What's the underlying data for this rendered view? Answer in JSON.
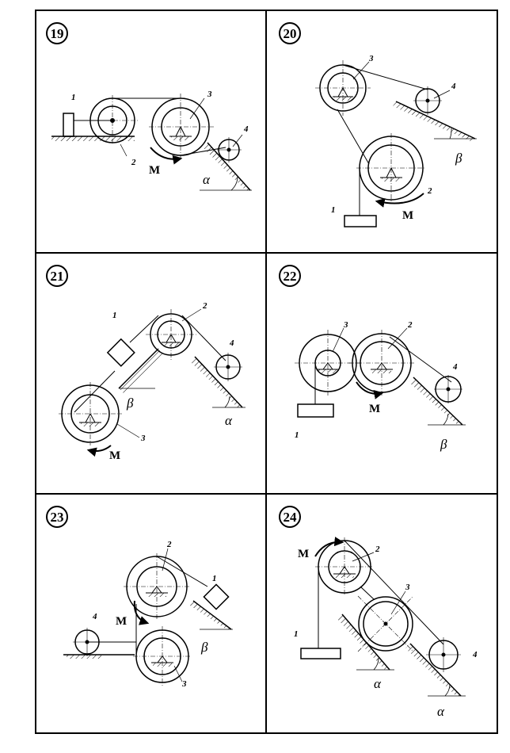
{
  "problems": [
    {
      "number": "19",
      "labels": {
        "l1": "1",
        "l2": "2",
        "l3": "3",
        "l4": "4"
      },
      "moment": "M",
      "angle": "α"
    },
    {
      "number": "20",
      "labels": {
        "l1": "1",
        "l2": "2",
        "l3": "3",
        "l4": "4"
      },
      "moment": "M",
      "angle": "β"
    },
    {
      "number": "21",
      "labels": {
        "l1": "1",
        "l2": "2",
        "l3": "3",
        "l4": "4"
      },
      "moment": "M",
      "angle1": "β",
      "angle2": "α"
    },
    {
      "number": "22",
      "labels": {
        "l1": "1",
        "l2": "2",
        "l3": "3",
        "l4": "4"
      },
      "moment": "M",
      "angle": "β"
    },
    {
      "number": "23",
      "labels": {
        "l1": "1",
        "l2": "2",
        "l3": "3",
        "l4": "4"
      },
      "moment": "M",
      "angle": "β"
    },
    {
      "number": "24",
      "labels": {
        "l1": "1",
        "l2": "2",
        "l3": "3",
        "l4": "4"
      },
      "moment": "M",
      "angle1": "α",
      "angle2": "α"
    }
  ]
}
